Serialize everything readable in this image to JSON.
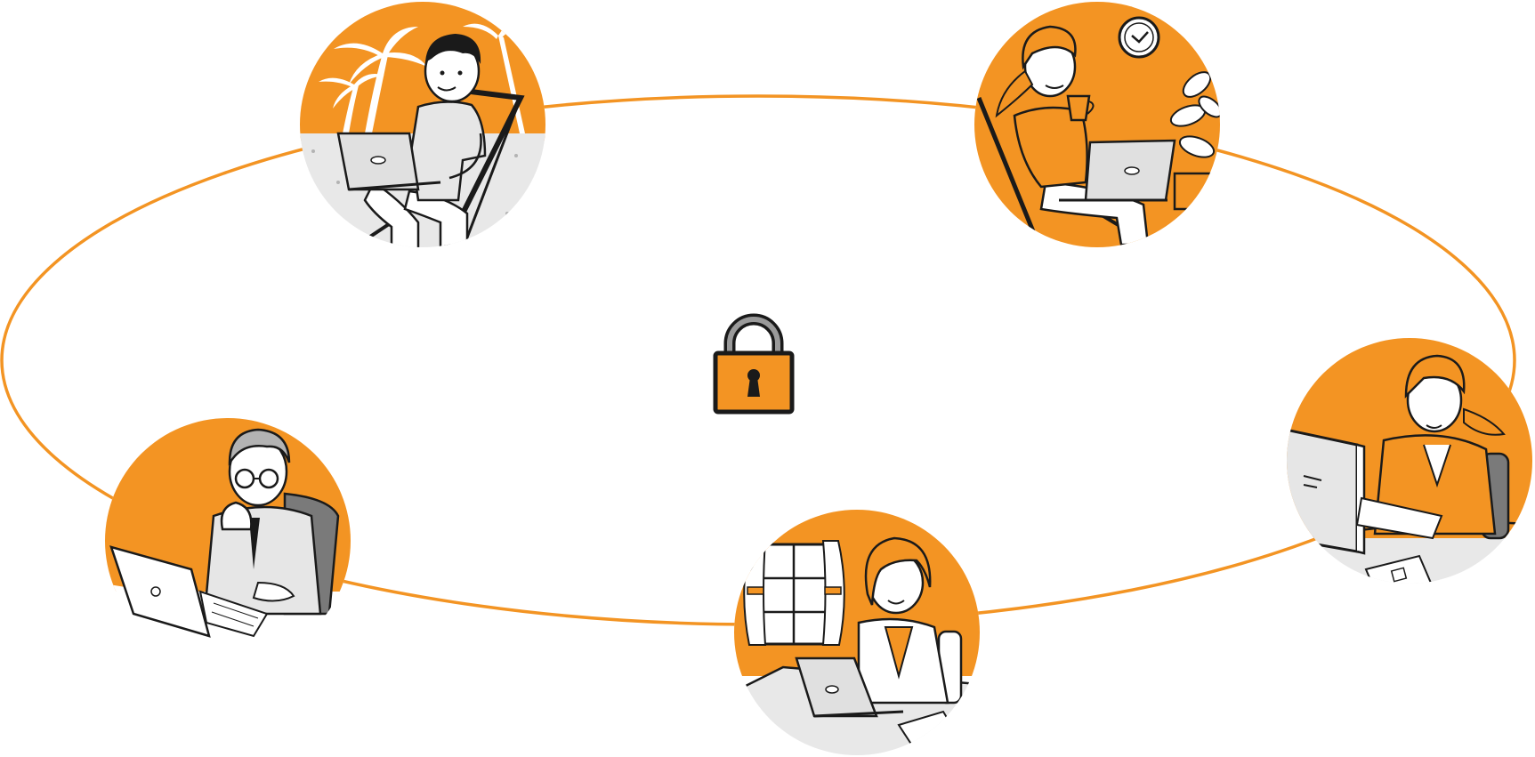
{
  "colors": {
    "accent": "#F39423",
    "ink": "#1A1A1A",
    "light_gray": "#E6E6E6",
    "mid_gray": "#B3B3B3",
    "dark_gray": "#7A7A7A",
    "white": "#FFFFFF"
  },
  "center_icon": "padlock-icon",
  "workers": [
    {
      "id": "beach",
      "icon": "remote-worker-beach-icon",
      "scene": "beach-with-palm-trees"
    },
    {
      "id": "cafe",
      "icon": "remote-worker-cafe-icon",
      "scene": "lounge-with-coffee-and-plant"
    },
    {
      "id": "office",
      "icon": "office-worker-desktop-icon",
      "scene": "office-desk-with-monitor"
    },
    {
      "id": "home",
      "icon": "home-worker-laptop-icon",
      "scene": "home-with-window"
    },
    {
      "id": "executive",
      "icon": "executive-worker-laptop-icon",
      "scene": "office-chair-thinking"
    }
  ]
}
